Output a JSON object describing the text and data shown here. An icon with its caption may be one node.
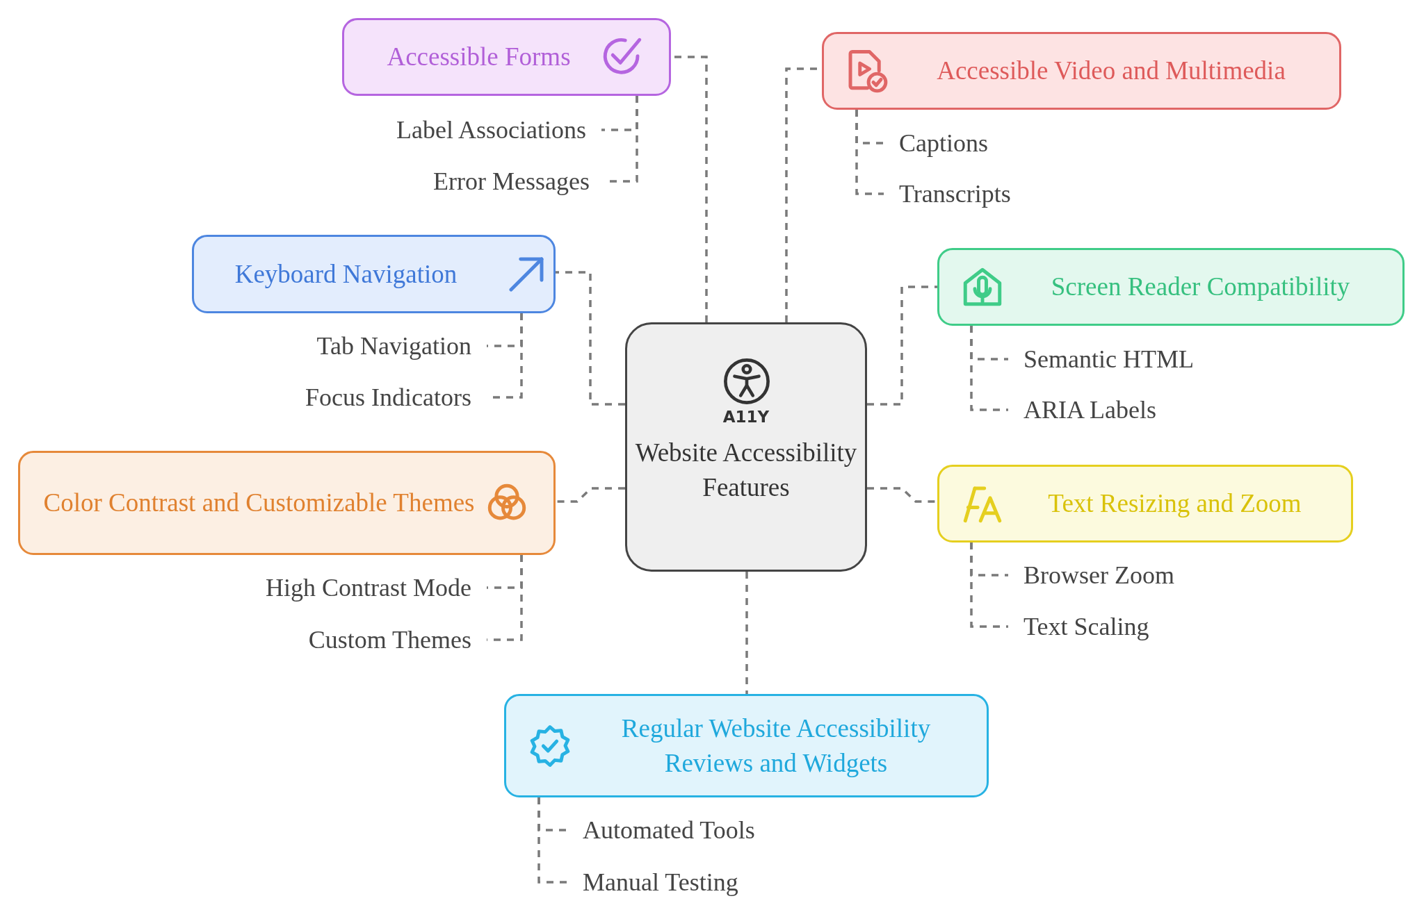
{
  "diagram": {
    "nodes": [
      {
        "text": [
          "A11Y",
          "Website Accessibility Features"
        ]
      },
      {
        "text": [
          "Accessible Forms"
        ]
      },
      {
        "text": [
          "Label Associations"
        ]
      },
      {
        "text": [
          "Error Messages"
        ]
      },
      {
        "text": [
          "Accessible Video and Multimedia"
        ]
      },
      {
        "text": [
          "Captions"
        ]
      },
      {
        "text": [
          "Transcripts"
        ]
      },
      {
        "text": [
          "Keyboard Navigation"
        ]
      },
      {
        "text": [
          "Tab Navigation"
        ]
      },
      {
        "text": [
          "Focus Indicators"
        ]
      },
      {
        "text": [
          "Screen Reader Compatibility"
        ]
      },
      {
        "text": [
          "Semantic HTML"
        ]
      },
      {
        "text": [
          "ARIA Labels"
        ]
      },
      {
        "text": [
          "Color Contrast and Customizable Themes"
        ]
      },
      {
        "text": [
          "High Contrast Mode"
        ]
      },
      {
        "text": [
          "Custom Themes"
        ]
      },
      {
        "text": [
          "Text Resizing and Zoom"
        ]
      },
      {
        "text": [
          "Browser Zoom"
        ]
      },
      {
        "text": [
          "Text Scaling"
        ]
      },
      {
        "text": [
          "Regular Website Accessibility Reviews and Widgets"
        ]
      },
      {
        "text": [
          "Automated Tools"
        ]
      },
      {
        "text": [
          "Manual Testing"
        ]
      }
    ],
    "edges": [
      {
        "from": 0,
        "to": 1,
        "arrow": "none"
      },
      {
        "from": 0,
        "to": 4,
        "arrow": "none"
      },
      {
        "from": 0,
        "to": 7,
        "arrow": "none"
      },
      {
        "from": 0,
        "to": 10,
        "arrow": "none"
      },
      {
        "from": 0,
        "to": 13,
        "arrow": "none"
      },
      {
        "from": 0,
        "to": 16,
        "arrow": "none"
      },
      {
        "from": 0,
        "to": 19,
        "arrow": "none"
      },
      {
        "from": 1,
        "to": 2,
        "arrow": "none"
      },
      {
        "from": 1,
        "to": 3,
        "arrow": "none"
      },
      {
        "from": 4,
        "to": 5,
        "arrow": "none"
      },
      {
        "from": 4,
        "to": 6,
        "arrow": "none"
      },
      {
        "from": 7,
        "to": 8,
        "arrow": "none"
      },
      {
        "from": 7,
        "to": 9,
        "arrow": "none"
      },
      {
        "from": 10,
        "to": 11,
        "arrow": "none"
      },
      {
        "from": 10,
        "to": 12,
        "arrow": "none"
      },
      {
        "from": 13,
        "to": 14,
        "arrow": "none"
      },
      {
        "from": 13,
        "to": 15,
        "arrow": "none"
      },
      {
        "from": 16,
        "to": 17,
        "arrow": "none"
      },
      {
        "from": 16,
        "to": 18,
        "arrow": "none"
      },
      {
        "from": 19,
        "to": 20,
        "arrow": "none"
      },
      {
        "from": 19,
        "to": 21,
        "arrow": "none"
      }
    ]
  }
}
